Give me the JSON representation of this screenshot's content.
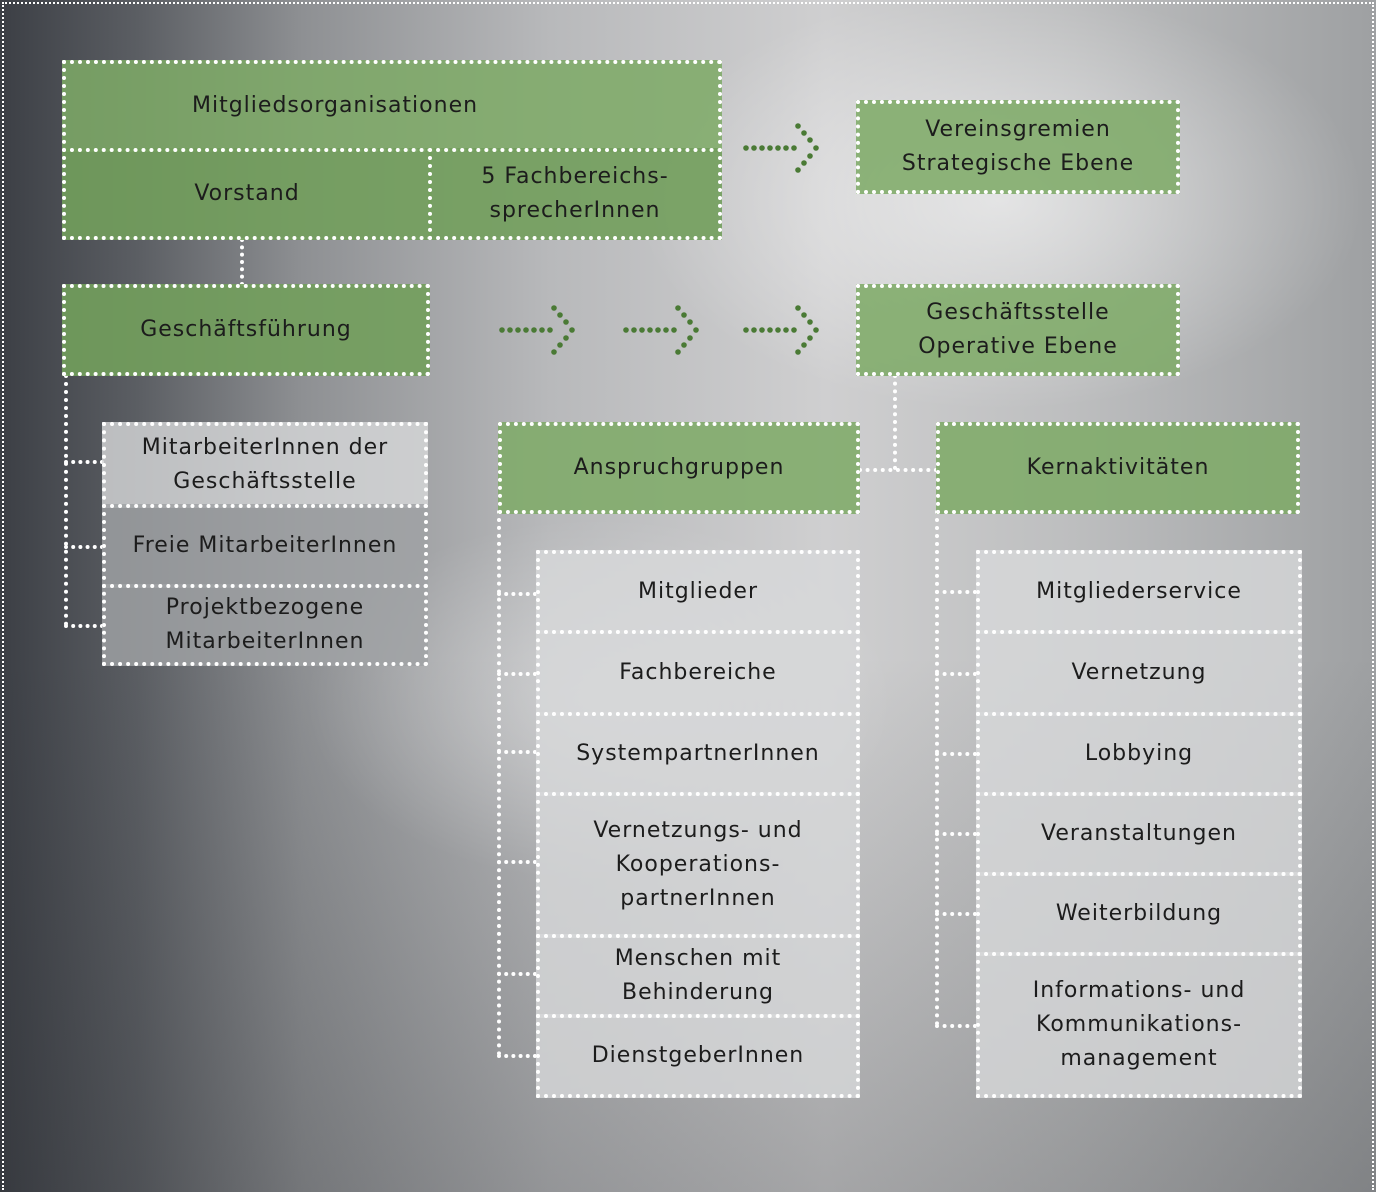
{
  "colors": {
    "green": "#7eaa66",
    "arrow": "#4a7a35",
    "connector": "#ffffff"
  },
  "top": {
    "mitgliedsorganisationen": "Mitgliedsorganisationen",
    "vorstand": "Vorstand",
    "fachbereich_line1": "5 Fachbereichs-",
    "fachbereich_line2": "sprecherInnen"
  },
  "vereinsgremien": {
    "line1": "Vereinsgremien",
    "line2": "Strategische Ebene"
  },
  "geschaeftsfuehrung": "Geschäftsführung",
  "geschaeftsstelle": {
    "line1": "Geschäftsstelle",
    "line2": "Operative Ebene"
  },
  "mitarbeiter": {
    "m1_line1": "MitarbeiterInnen der",
    "m1_line2": "Geschäftsstelle",
    "m2": "Freie MitarbeiterInnen",
    "m3_line1": "Projektbezogene",
    "m3_line2": "MitarbeiterInnen"
  },
  "anspruchgruppen": {
    "title": "Anspruchgruppen",
    "items": [
      {
        "line1": "Mitglieder"
      },
      {
        "line1": "Fachbereiche"
      },
      {
        "line1": "SystempartnerInnen"
      },
      {
        "line1": "Vernetzungs- und",
        "line2": "Kooperations-",
        "line3": "partnerInnen"
      },
      {
        "line1": "Menschen mit",
        "line2": "Behinderung"
      },
      {
        "line1": "DienstgeberInnen"
      }
    ]
  },
  "kernaktivitaeten": {
    "title": "Kernaktivitäten",
    "items": [
      {
        "line1": "Mitgliederservice"
      },
      {
        "line1": "Vernetzung"
      },
      {
        "line1": "Lobbying"
      },
      {
        "line1": "Veranstaltungen"
      },
      {
        "line1": "Weiterbildung"
      },
      {
        "line1": "Informations- und",
        "line2": "Kommunikations-",
        "line3": "management"
      }
    ]
  },
  "icons": {
    "arrow": "dotted-right-arrow-icon"
  }
}
